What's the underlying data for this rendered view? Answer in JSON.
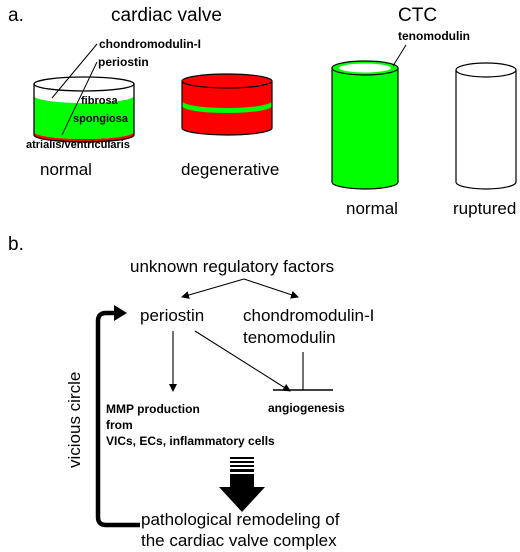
{
  "panel_a": {
    "label": "a.",
    "cardiac_valve_title": "cardiac valve",
    "ctc_title": "CTC",
    "annotations": {
      "chondromodulin": "chondromodulin-I",
      "periostin": "periostin",
      "tenomodulin": "tenomodulin"
    },
    "layers": {
      "fibrosa": "fibrosa",
      "spongiosa": "spongiosa",
      "atrialis": "atrialis/ventricularis"
    },
    "captions": {
      "valve_normal": "normal",
      "valve_degenerative": "degenerative",
      "ctc_normal": "normal",
      "ctc_ruptured": "ruptured"
    },
    "colors": {
      "green": "#00ff00",
      "red": "#ff0000",
      "outline": "#000000",
      "white": "#ffffff"
    }
  },
  "panel_b": {
    "label": "b.",
    "unknown": "unknown regulatory factors",
    "periostin": "periostin",
    "chondromodulin": "chondromodulin-I",
    "tenomodulin": "tenomodulin",
    "mmp_lines": [
      "MMP production",
      "from",
      "VICs, ECs, inflammatory cells"
    ],
    "angiogenesis": "angiogenesis",
    "vicious_circle": "vicious circle",
    "pathological_lines": [
      "pathological remodeling of",
      "the cardiac valve complex"
    ]
  }
}
